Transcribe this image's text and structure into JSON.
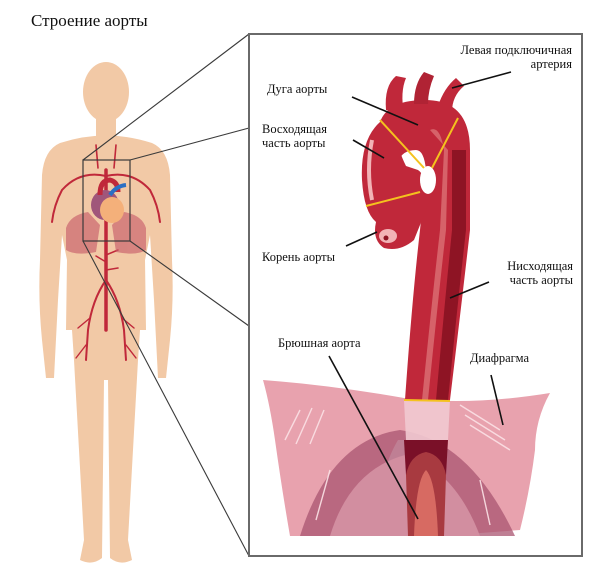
{
  "title": "Строение аорты",
  "labels": {
    "left_subclavian": {
      "line1": "Левая подключичная",
      "line2": "артерия"
    },
    "aortic_arch": {
      "line1": "Дуга аорты"
    },
    "ascending": {
      "line1": "Восходящая",
      "line2": "часть аорты"
    },
    "root": {
      "line1": "Корень аорты"
    },
    "descending": {
      "line1": "Нисходящая",
      "line2": "часть аорты"
    },
    "abdominal": {
      "line1": "Брюшная аорта"
    },
    "diaphragm": {
      "line1": "Диафрагма"
    }
  },
  "colors": {
    "skin": "#f2c9a6",
    "artery": "#c0283a",
    "artery_dark": "#8e1424",
    "artery_light": "#e07a7e",
    "vein": "#2a6fc4",
    "segment_line": "#f4c21e",
    "diaphragm": "#e8a2ae",
    "diaphragm_dark": "#a95470",
    "frame": "#6a6a6a"
  }
}
